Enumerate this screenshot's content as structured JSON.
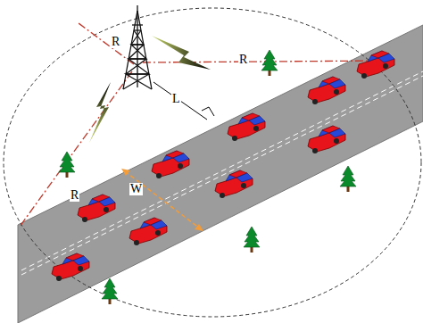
{
  "diagram": {
    "labels": [
      "R",
      "R",
      "L",
      "W",
      "R"
    ]
  }
}
